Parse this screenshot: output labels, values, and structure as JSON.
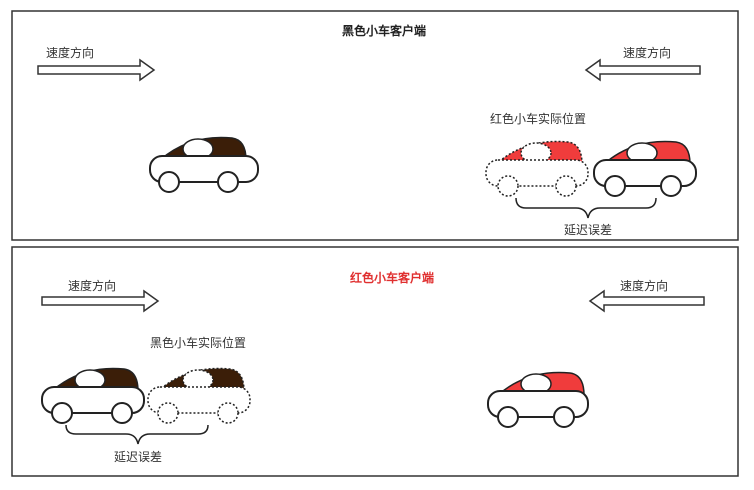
{
  "panels": {
    "top": {
      "title": "黑色小车客户端",
      "left_arrow_label": "速度方向",
      "right_arrow_label": "速度方向",
      "actual_position_label": "红色小车实际位置",
      "delay_label": "延迟误差"
    },
    "bottom": {
      "title": "红色小车客户端",
      "left_arrow_label": "速度方向",
      "right_arrow_label": "速度方向",
      "actual_position_label": "黑色小车实际位置",
      "delay_label": "延迟误差"
    }
  },
  "colors": {
    "black_car_roof": "#3b1e08",
    "red_car_roof": "#f03c3c",
    "outline": "#222222",
    "bottom_title": "#e03030"
  }
}
